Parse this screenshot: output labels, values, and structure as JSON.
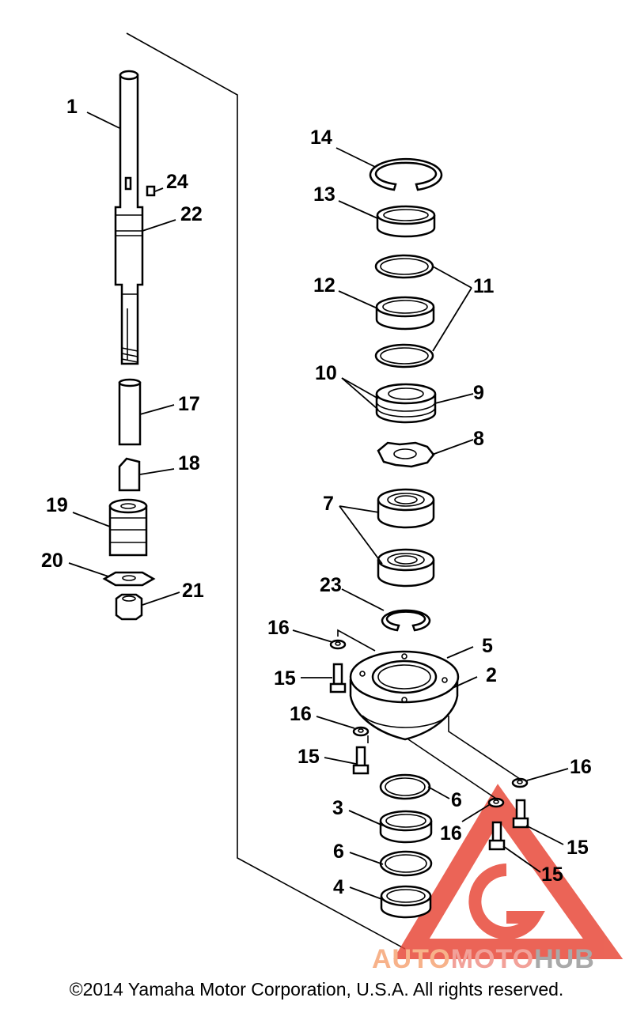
{
  "diagram": {
    "callouts": [
      {
        "id": "1",
        "label": "1"
      },
      {
        "id": "2",
        "label": "2"
      },
      {
        "id": "3",
        "label": "3"
      },
      {
        "id": "4",
        "label": "4"
      },
      {
        "id": "5",
        "label": "5"
      },
      {
        "id": "6a",
        "label": "6"
      },
      {
        "id": "6b",
        "label": "6"
      },
      {
        "id": "7",
        "label": "7"
      },
      {
        "id": "8",
        "label": "8"
      },
      {
        "id": "9",
        "label": "9"
      },
      {
        "id": "10",
        "label": "10"
      },
      {
        "id": "11",
        "label": "11"
      },
      {
        "id": "12",
        "label": "12"
      },
      {
        "id": "13",
        "label": "13"
      },
      {
        "id": "14",
        "label": "14"
      },
      {
        "id": "15a",
        "label": "15"
      },
      {
        "id": "15b",
        "label": "15"
      },
      {
        "id": "15c",
        "label": "15"
      },
      {
        "id": "15d",
        "label": "15"
      },
      {
        "id": "16a",
        "label": "16"
      },
      {
        "id": "16b",
        "label": "16"
      },
      {
        "id": "16c",
        "label": "16"
      },
      {
        "id": "16d",
        "label": "16"
      },
      {
        "id": "17",
        "label": "17"
      },
      {
        "id": "18",
        "label": "18"
      },
      {
        "id": "19",
        "label": "19"
      },
      {
        "id": "20",
        "label": "20"
      },
      {
        "id": "21",
        "label": "21"
      },
      {
        "id": "22",
        "label": "22"
      },
      {
        "id": "23",
        "label": "23"
      },
      {
        "id": "24",
        "label": "24"
      }
    ]
  },
  "watermark": {
    "part1": "AUTO",
    "part2": "MOTO",
    "part3": "HUB",
    "logo_color": "#e84a3a"
  },
  "footer": {
    "copyright": "©2014 Yamaha Motor Corporation, U.S.A. All rights reserved."
  }
}
